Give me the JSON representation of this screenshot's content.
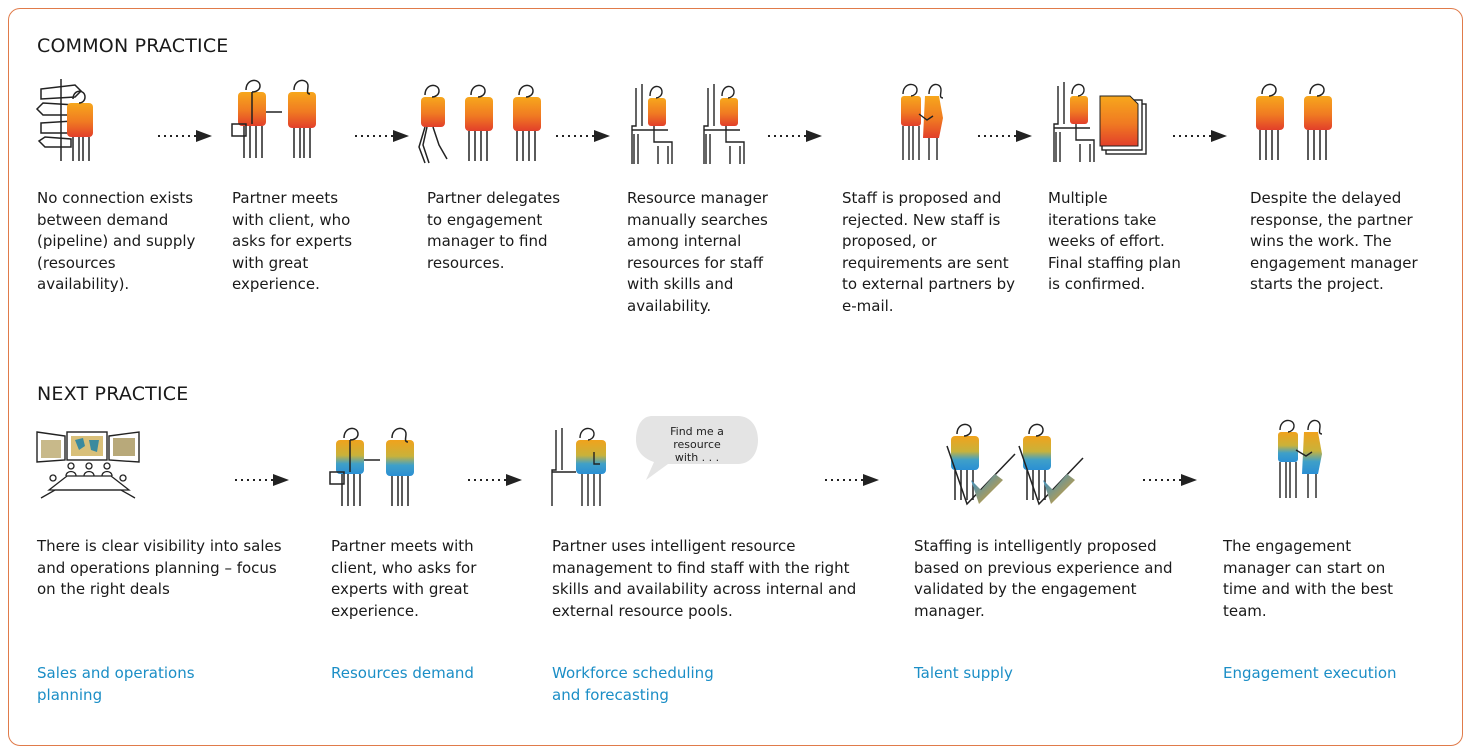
{
  "common": {
    "title": "COMMON PRACTICE",
    "steps": [
      {
        "icon": "signpost-person-icon",
        "text": "No connection exists between demand (pipeline) and supply (resources availability)."
      },
      {
        "icon": "partner-client-meeting-icon",
        "text": "Partner meets with client, who asks for experts with great experience."
      },
      {
        "icon": "delegation-people-icon",
        "text": "Partner delegates to engagement manager to find resources."
      },
      {
        "icon": "desk-workers-icon",
        "text": "Resource manager manually searches among internal resources for staff with skills and availability."
      },
      {
        "icon": "handshake-icon",
        "text": "Staff is proposed and rejected. New staff is proposed, or requirements are sent to external partners by e-mail."
      },
      {
        "icon": "desk-documents-icon",
        "text": "Multiple iterations take weeks of effort. Final staffing plan is confirmed."
      },
      {
        "icon": "two-people-icon",
        "text": "Despite the delayed response, the partner wins the work. The engagement manager starts the project."
      }
    ]
  },
  "next": {
    "title": "NEXT PRACTICE",
    "speech_bubble": [
      "Find me a",
      "resource",
      "with . . ."
    ],
    "steps": [
      {
        "icon": "meeting-room-icon",
        "text": "There is clear visibility into sales and operations planning – focus on the right deals",
        "link": "Sales and operations planning"
      },
      {
        "icon": "partner-client-meeting-icon",
        "text": "Partner meets with client, who asks for experts with great experience.",
        "link": "Resources demand"
      },
      {
        "icon": "desk-worker-speech-icon",
        "text": "Partner uses intelligent resource management to find staff with the right skills and availability across internal and external resource pools.",
        "link": "Workforce scheduling and forecasting"
      },
      {
        "icon": "people-checkmarks-icon",
        "text": "Staffing is intelligently proposed based on previous experience and validated by the engagement manager.",
        "link": "Talent supply"
      },
      {
        "icon": "handshake-icon",
        "text": "The engagement manager can start on time and with the best team.",
        "link": "Engagement execution"
      }
    ]
  },
  "colors": {
    "border": "#e07b4a",
    "link": "#1b8ec6",
    "warm_top": "#f6a01a",
    "warm_bottom": "#e8452b",
    "cool_top": "#f2a21a",
    "cool_bottom": "#2e9bd6"
  }
}
